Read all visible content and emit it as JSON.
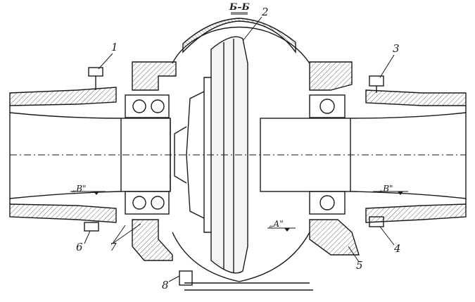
{
  "drawing": {
    "section_title": "Б–Б",
    "callouts": {
      "c1": "1",
      "c2": "2",
      "c3": "3",
      "c4": "4",
      "c5": "5",
      "c6": "6",
      "c7": "7",
      "c8": "8"
    },
    "views": {
      "a": "„А\"",
      "b_left": "„В\"",
      "b_right": "„В\""
    }
  },
  "colors": {
    "ink": "#1a1a1a",
    "hatch": "#6a6a6a",
    "paper": "#ffffff"
  }
}
